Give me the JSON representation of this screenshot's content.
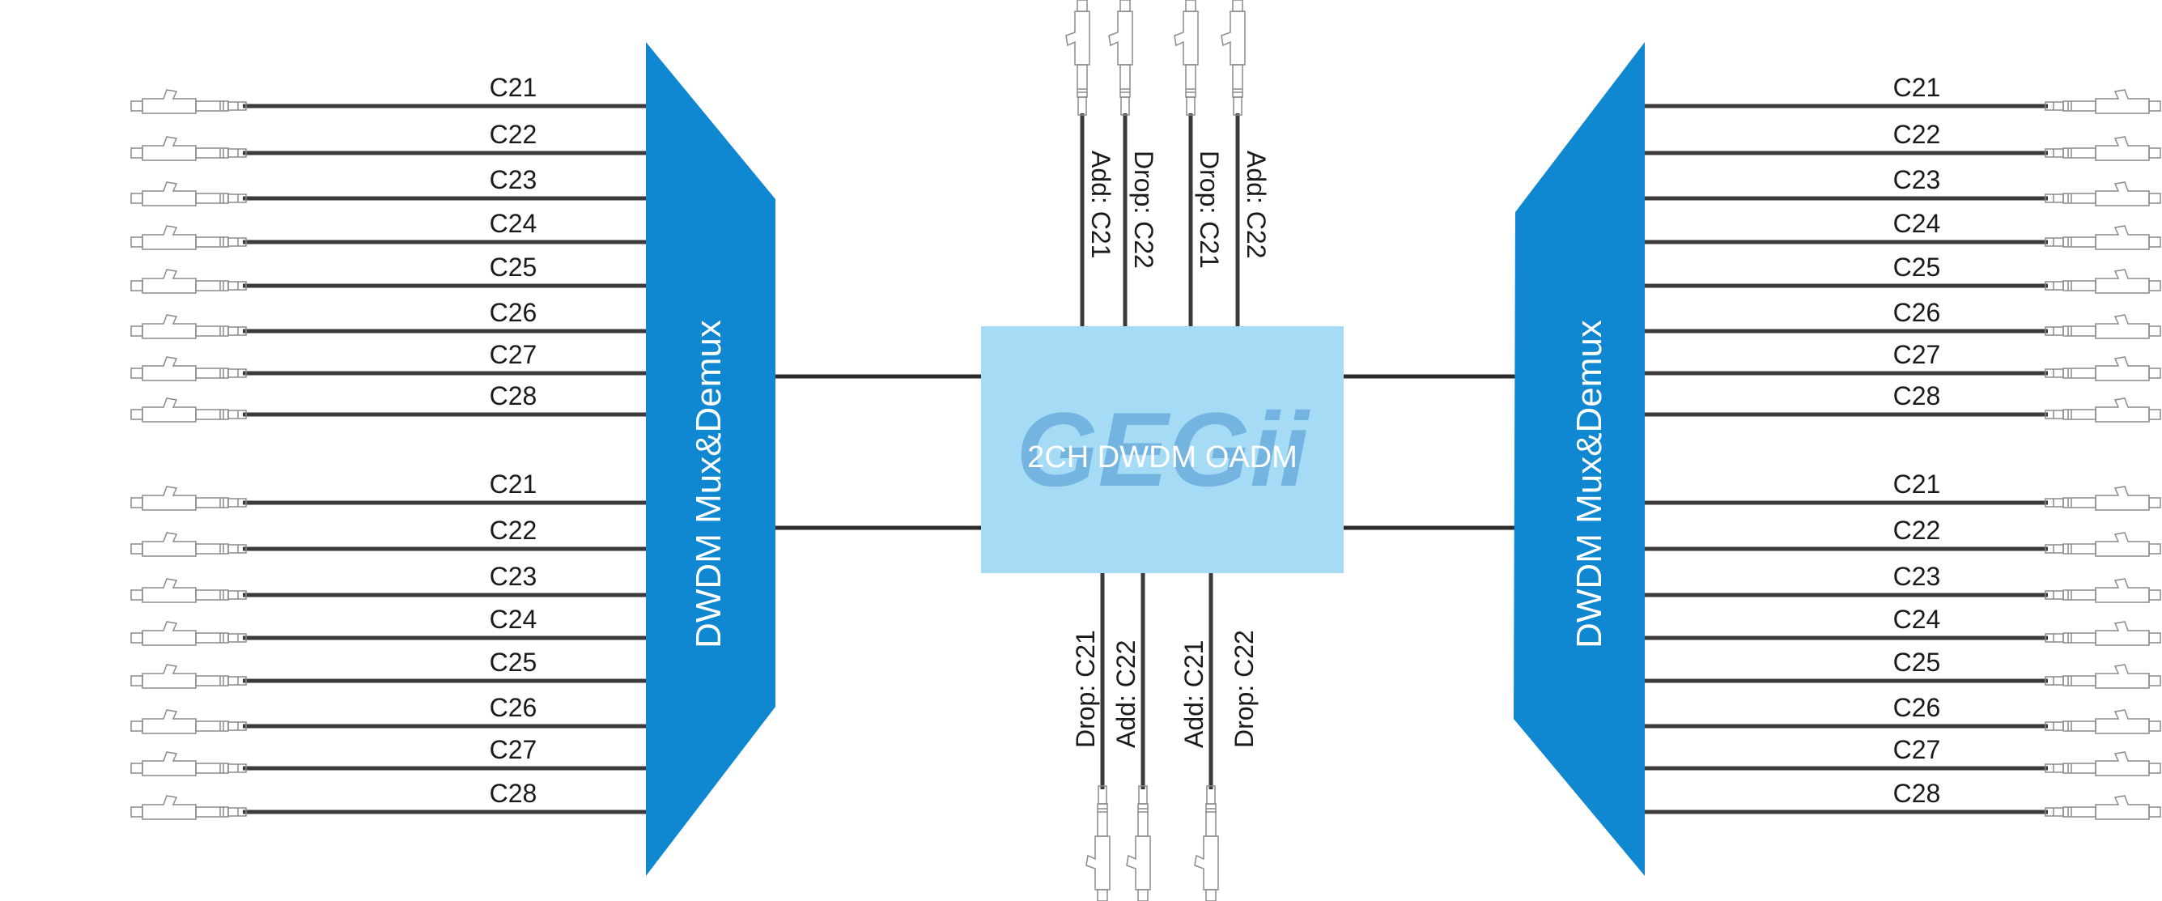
{
  "colors": {
    "mux_fill": "#0f87d1",
    "oadm_fill": "#a6dbf6",
    "fiber": "#3a3a3a",
    "connector": "#8a8a8a"
  },
  "left_mux": {
    "label": "DWDM Mux&Demux",
    "channels_top": [
      "C21",
      "C22",
      "C23",
      "C24",
      "C25",
      "C26",
      "C27",
      "C28"
    ],
    "channels_bottom": [
      "C21",
      "C22",
      "C23",
      "C24",
      "C25",
      "C26",
      "C27",
      "C28"
    ]
  },
  "right_mux": {
    "label": "DWDM Mux&Demux",
    "channels_top": [
      "C21",
      "C22",
      "C23",
      "C24",
      "C25",
      "C26",
      "C27",
      "C28"
    ],
    "channels_bottom": [
      "C21",
      "C22",
      "C23",
      "C24",
      "C25",
      "C26",
      "C27",
      "C28"
    ]
  },
  "oadm": {
    "label": "2CH DWDM OADM",
    "top_ports": [
      "Add: C21",
      "Drop: C22",
      "Drop: C21",
      "Add: C22"
    ],
    "bottom_ports": [
      "Drop: C21",
      "Add: C22",
      "Add: C21",
      "Drop: C22"
    ]
  },
  "watermark": {
    "text": "GEGii",
    "icon": "gezhi-logo-watermark"
  },
  "icons": {
    "connector": "lc-fiber-connector-icon"
  }
}
